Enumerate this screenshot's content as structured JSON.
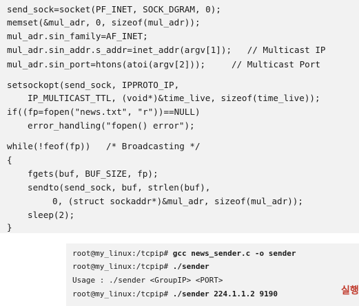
{
  "code": {
    "l0": "send_sock=socket(PF_INET, SOCK_DGRAM, 0);",
    "l1": "memset(&mul_adr, 0, sizeof(mul_adr));",
    "l2": "mul_adr.sin_family=AF_INET;",
    "l3": "mul_adr.sin_addr.s_addr=inet_addr(argv[1]);   // Multicast IP",
    "l4": "mul_adr.sin_port=htons(atoi(argv[2]));     // Multicast Port",
    "l5": "setsockopt(send_sock, IPPROTO_IP,",
    "l6": "IP_MULTICAST_TTL, (void*)&time_live, sizeof(time_live));",
    "l7": "if((fp=fopen(\"news.txt\", \"r\"))==NULL)",
    "l8": "error_handling(\"fopen() error\");",
    "l9": "while(!feof(fp))   /* Broadcasting */",
    "l10": "{",
    "l11": "fgets(buf, BUF_SIZE, fp);",
    "l12": "sendto(send_sock, buf, strlen(buf),",
    "l13": "0, (struct sockaddr*)&mul_adr, sizeof(mul_adr));",
    "l14": "sleep(2);",
    "l15": "}"
  },
  "terminal": {
    "prompt": "root@my_linux:/tcpip# ",
    "cmd1": "gcc news_sender.c -o sender",
    "cmd2": "./sender",
    "usage": "Usage : ./sender <GroupIP> <PORT>",
    "cmd3": "./sender 224.1.1.2 9190"
  },
  "run_label": "실행",
  "colors": {
    "code_bg": "#f2f2f2",
    "text": "#1a1a1a",
    "label": "#c0392b"
  }
}
